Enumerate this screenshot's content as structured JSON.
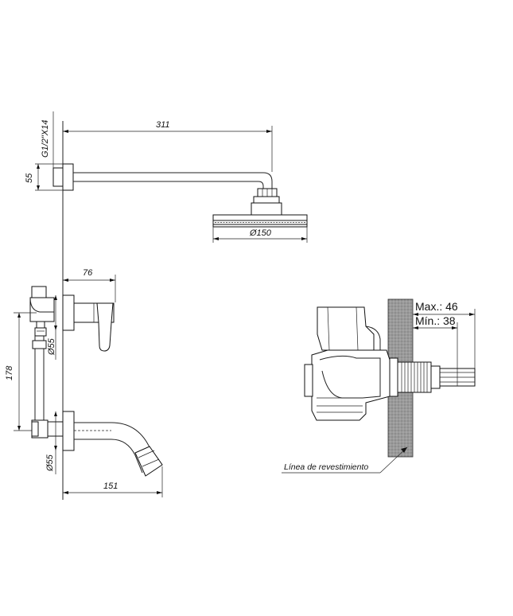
{
  "dimensions": {
    "arm_length": "311",
    "thread": "G1/2\"X14",
    "arm_flange": "55",
    "head_diameter": "Ø150",
    "valve_depth": "76",
    "valve_flange": "Ø55",
    "height_between": "178",
    "spout_flange": "Ø55",
    "spout_length": "151"
  },
  "detail": {
    "max_label": "Max.: 46",
    "min_label": "Mín.: 38",
    "wall_line_label": "Línea de revestimiento"
  }
}
